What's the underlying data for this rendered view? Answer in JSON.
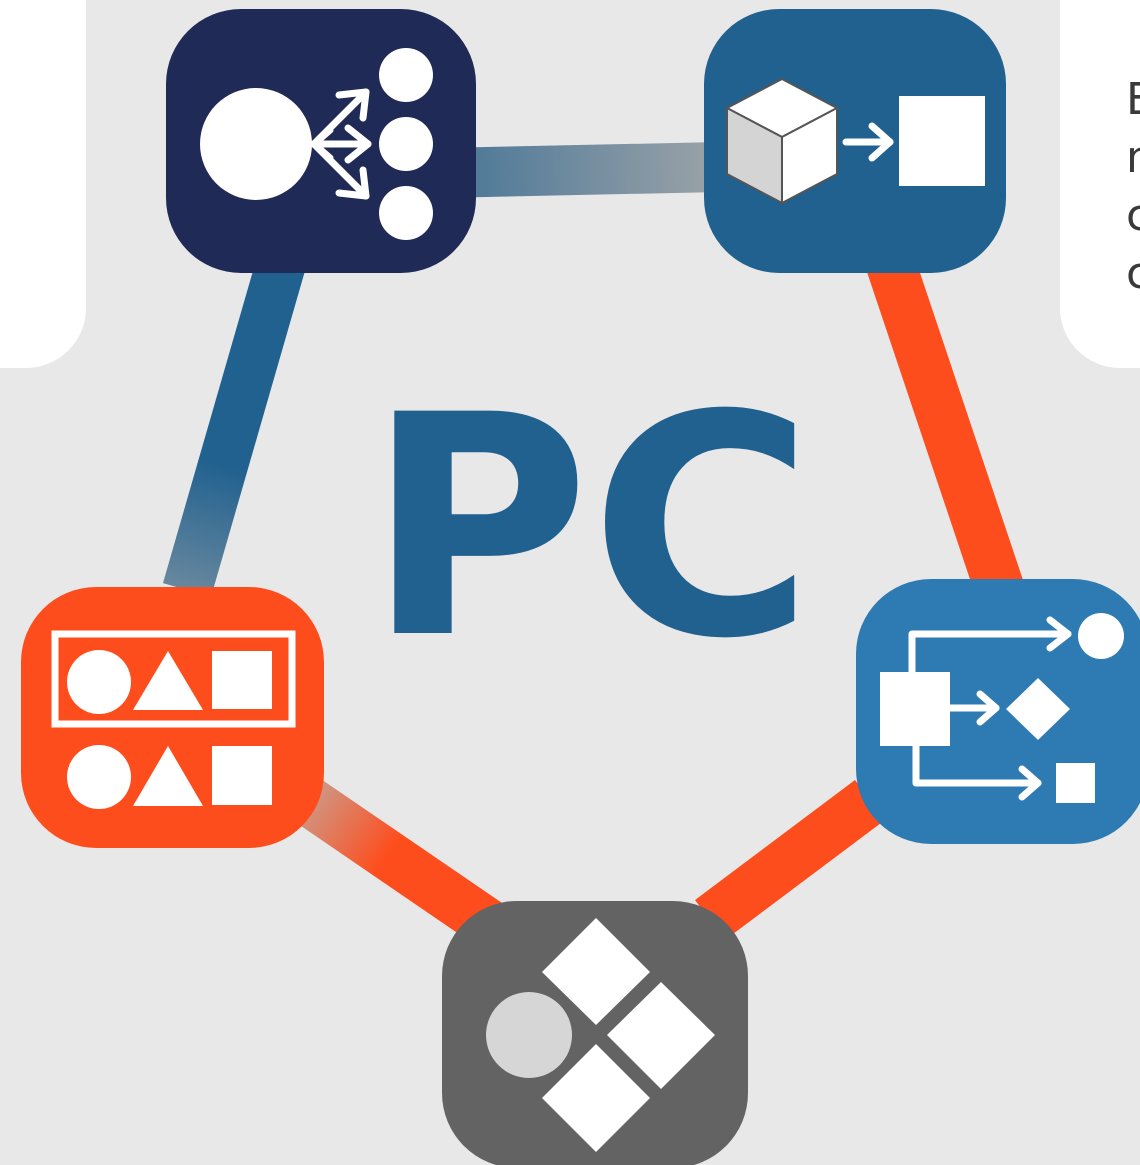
{
  "center_label": "PC",
  "side_text_lines": [
    "E",
    "n",
    "c",
    "c"
  ],
  "colors": {
    "background": "#e8e8e8",
    "panel": "#ffffff",
    "node_top_left": "#202a56",
    "node_top_right": "#21618f",
    "node_right": "#2e7bb3",
    "node_bottom": "#636363",
    "node_left": "#fe4d1d",
    "edge_blue": "#21618f",
    "edge_orange": "#fe4d1d",
    "edge_gray": "#9ca3a8",
    "label": "#21618f"
  },
  "nodes": [
    {
      "id": "top-left",
      "icon": "one-to-many-icon"
    },
    {
      "id": "top-right",
      "icon": "cube-to-square-icon"
    },
    {
      "id": "right",
      "icon": "branching-flow-icon"
    },
    {
      "id": "bottom",
      "icon": "circle-diamonds-icon"
    },
    {
      "id": "left",
      "icon": "shape-grid-icon"
    }
  ]
}
